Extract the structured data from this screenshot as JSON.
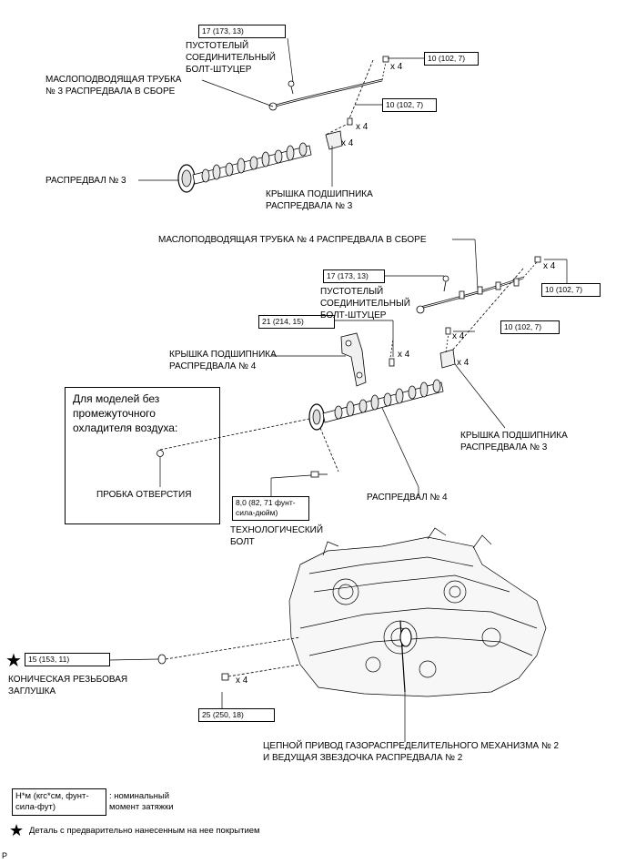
{
  "labels": {
    "hollow_bolt_top": "ПУСТОТЕЛЫЙ\nСОЕДИНИТЕЛЬНЫЙ\nБОЛТ-ШТУЦЕР",
    "oil_pipe_3": "МАСЛОПОДВОДЯЩАЯ ТРУБКА\n№ 3 РАСПРЕДВАЛА В СБОРЕ",
    "camshaft_3": "РАСПРЕДВАЛ № 3",
    "bearing_cap_3_top": "КРЫШКА ПОДШИПНИКА\nРАСПРЕДВАЛА № 3",
    "oil_pipe_4": "МАСЛОПОДВОДЯЩАЯ ТРУБКА № 4 РАСПРЕДВАЛА В СБОРЕ",
    "hollow_bolt_mid": "ПУСТОТЕЛЫЙ\nСОЕДИНИТЕЛЬНЫЙ\nБОЛТ-ШТУЦЕР",
    "bearing_cap_4": "КРЫШКА ПОДШИПНИКА\nРАСПРЕДВАЛА № 4",
    "bearing_cap_3_mid": "КРЫШКА ПОДШИПНИКА\nРАСПРЕДВАЛА № 3",
    "camshaft_4": "РАСПРЕДВАЛ № 4",
    "service_bolt": "ТЕХНОЛОГИЧЕСКИЙ\nБОЛТ",
    "taper_plug": "КОНИЧЕСКАЯ РЕЗЬБОВАЯ\nЗАГЛУШКА",
    "chain_drive": "ЦЕПНОЙ ПРИВОД ГАЗОРАСПРЕДЕЛИТЕЛЬНОГО МЕХАНИЗМА № 2\nИ ВЕДУЩАЯ ЗВЕЗДОЧКА РАСПРЕДВАЛА № 2",
    "hole_plug": "ПРОБКА ОТВЕРСТИЯ"
  },
  "note_box": {
    "text": "Для моделей без\nпромежуточного\nохладителя воздуха:"
  },
  "torque": {
    "t1": "17 (173, 13)",
    "t2": "10 (102, 7)",
    "t3": "10 (102, 7)",
    "t4": "17 (173, 13)",
    "t5": "10 (102, 7)",
    "t6": "21 (214, 15)",
    "t7": "10 (102, 7)",
    "t8": "8,0 (82, 71 фунт-\nсила-дюйм)",
    "t9": "15 (153, 11)",
    "t10": "25 (250, 18)"
  },
  "quantities": {
    "q1": "x 4",
    "q2": "x 4",
    "q3": "x 4",
    "q4": "x 4",
    "q5": "x 4",
    "q6": "x 4",
    "q7": "x 4",
    "q8": "x 4"
  },
  "legend": {
    "unit_box": "Н*м (кгс*см, фунт-\nсила-фут)",
    "unit_desc": ": номинальный\nмомент затяжки",
    "precoated": "Деталь с предварительно нанесенным на нее покрытием",
    "star_symbol": "★"
  },
  "corner_mark": "P"
}
